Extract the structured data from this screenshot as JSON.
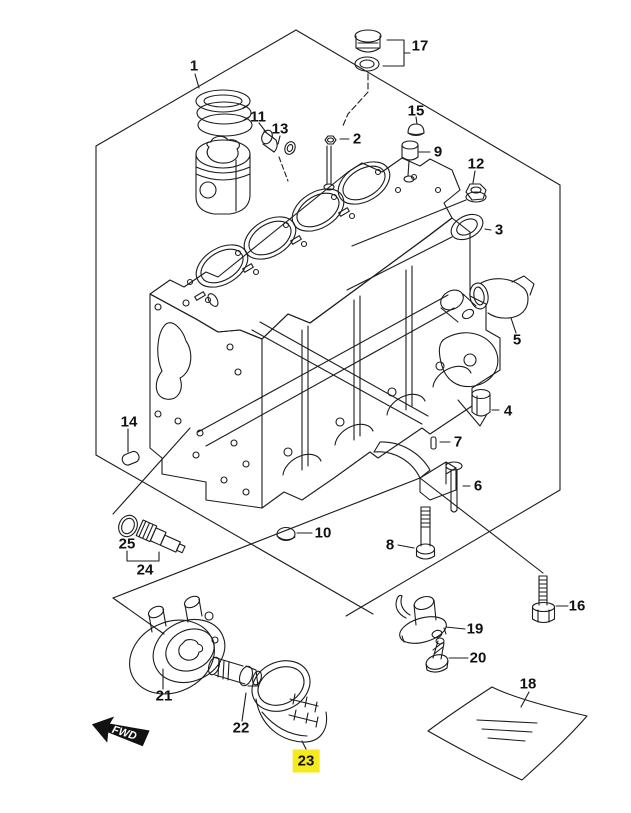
{
  "diagram": {
    "fwd_label": "FWD",
    "highlight_color": "#f6e91e",
    "line_color": "#1c1c1c",
    "background_color": "#ffffff",
    "highlighted_callout": "23",
    "callouts": [
      {
        "text": "1",
        "highlighted": false
      },
      {
        "text": "2",
        "highlighted": false
      },
      {
        "text": "3",
        "highlighted": false
      },
      {
        "text": "4",
        "highlighted": false
      },
      {
        "text": "5",
        "highlighted": false
      },
      {
        "text": "6",
        "highlighted": false
      },
      {
        "text": "7",
        "highlighted": false
      },
      {
        "text": "8",
        "highlighted": false
      },
      {
        "text": "9",
        "highlighted": false
      },
      {
        "text": "10",
        "highlighted": false
      },
      {
        "text": "11",
        "highlighted": false
      },
      {
        "text": "12",
        "highlighted": false
      },
      {
        "text": "13",
        "highlighted": false
      },
      {
        "text": "14",
        "highlighted": false
      },
      {
        "text": "15",
        "highlighted": false
      },
      {
        "text": "16",
        "highlighted": false
      },
      {
        "text": "17",
        "highlighted": false
      },
      {
        "text": "18",
        "highlighted": false
      },
      {
        "text": "19",
        "highlighted": false
      },
      {
        "text": "20",
        "highlighted": false
      },
      {
        "text": "21",
        "highlighted": false
      },
      {
        "text": "22",
        "highlighted": false
      },
      {
        "text": "23",
        "highlighted": true
      },
      {
        "text": "24",
        "highlighted": false
      },
      {
        "text": "25",
        "highlighted": false
      }
    ]
  }
}
